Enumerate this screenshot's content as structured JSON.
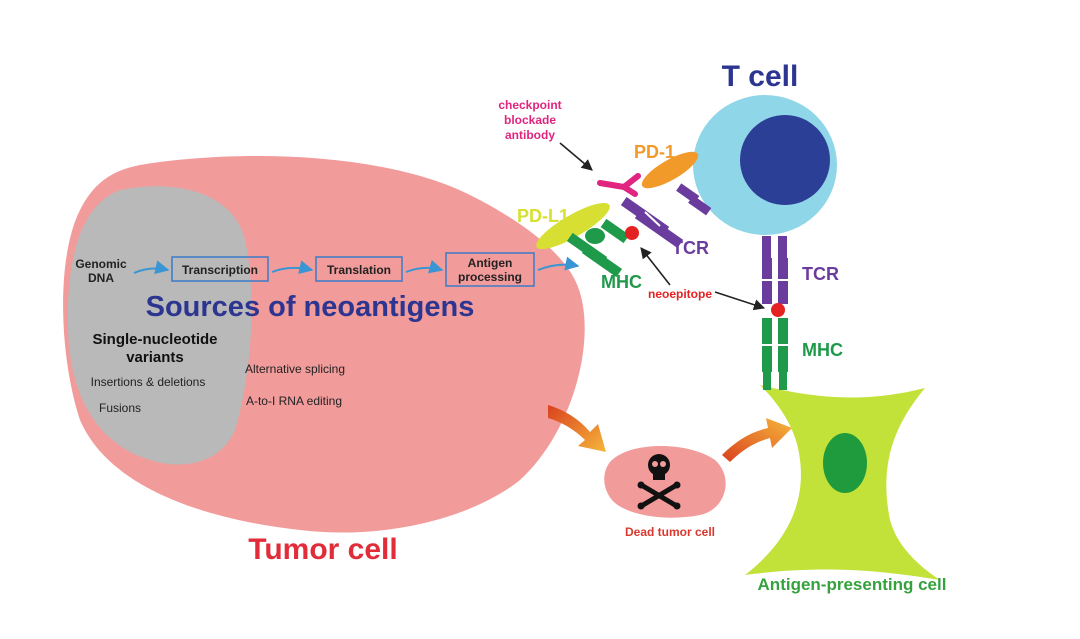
{
  "diagram": {
    "title_tcell": "T cell",
    "tumor_cell_label": "Tumor cell",
    "sources_title": "Sources of neoantigens",
    "flow": {
      "genomic_dna_line1": "Genomic",
      "genomic_dna_line2": "DNA",
      "transcription": "Transcription",
      "translation": "Translation",
      "antigen_line1": "Antigen",
      "antigen_line2": "processing"
    },
    "variants": {
      "snv_line1": "Single-nucleotide",
      "snv_line2": "variants",
      "indels": "Insertions & deletions",
      "fusions": "Fusions",
      "alt_splicing": "Alternative splicing",
      "rna_editing": "A-to-I RNA editing"
    },
    "labels": {
      "checkpoint_line1": "checkpoint",
      "checkpoint_line2": "blockade",
      "checkpoint_line3": "antibody",
      "pd1": "PD-1",
      "pdl1": "PD-L1",
      "tcr_top": "TCR",
      "mhc_top": "MHC",
      "neoepitope": "neoepitope",
      "tcr_right": "TCR",
      "mhc_right": "MHC",
      "dead_tumor": "Dead tumor cell",
      "apc": "Antigen-presenting cell"
    },
    "colors": {
      "tumor": "#f29b9b",
      "nucleus_gray": "#b9b9b9",
      "tcell_body": "#8fd6e8",
      "tcell_nucleus": "#2c3f97",
      "apc_body": "#c2e23a",
      "apc_nucleus": "#1f9a3c",
      "tcr": "#6a3c9e",
      "mhc": "#1e9a4a",
      "pd1": "#f19a2a",
      "pdl1": "#d7e032",
      "checkpoint": "#e0247f",
      "neoepitope": "#e52222",
      "flow_arrow": "#3a95d4",
      "title_blue": "#2c3590",
      "tumor_red": "#e12d3a",
      "apc_green": "#35a23d"
    }
  }
}
